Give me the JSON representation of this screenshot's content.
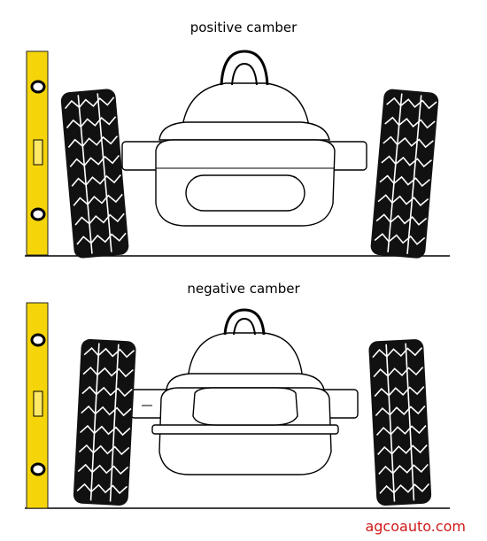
{
  "diagrams": [
    {
      "id": "positive",
      "title": "positive camber"
    },
    {
      "id": "negative",
      "title": "negative camber"
    }
  ],
  "credit": "agcoauto.com",
  "colors": {
    "level_yellow": "#f5d50a",
    "tire": "#111111",
    "credit": "#d01818",
    "line": "#000000"
  },
  "icons": [
    "spirit-level-icon",
    "tire-icon",
    "race-car-icon"
  ]
}
